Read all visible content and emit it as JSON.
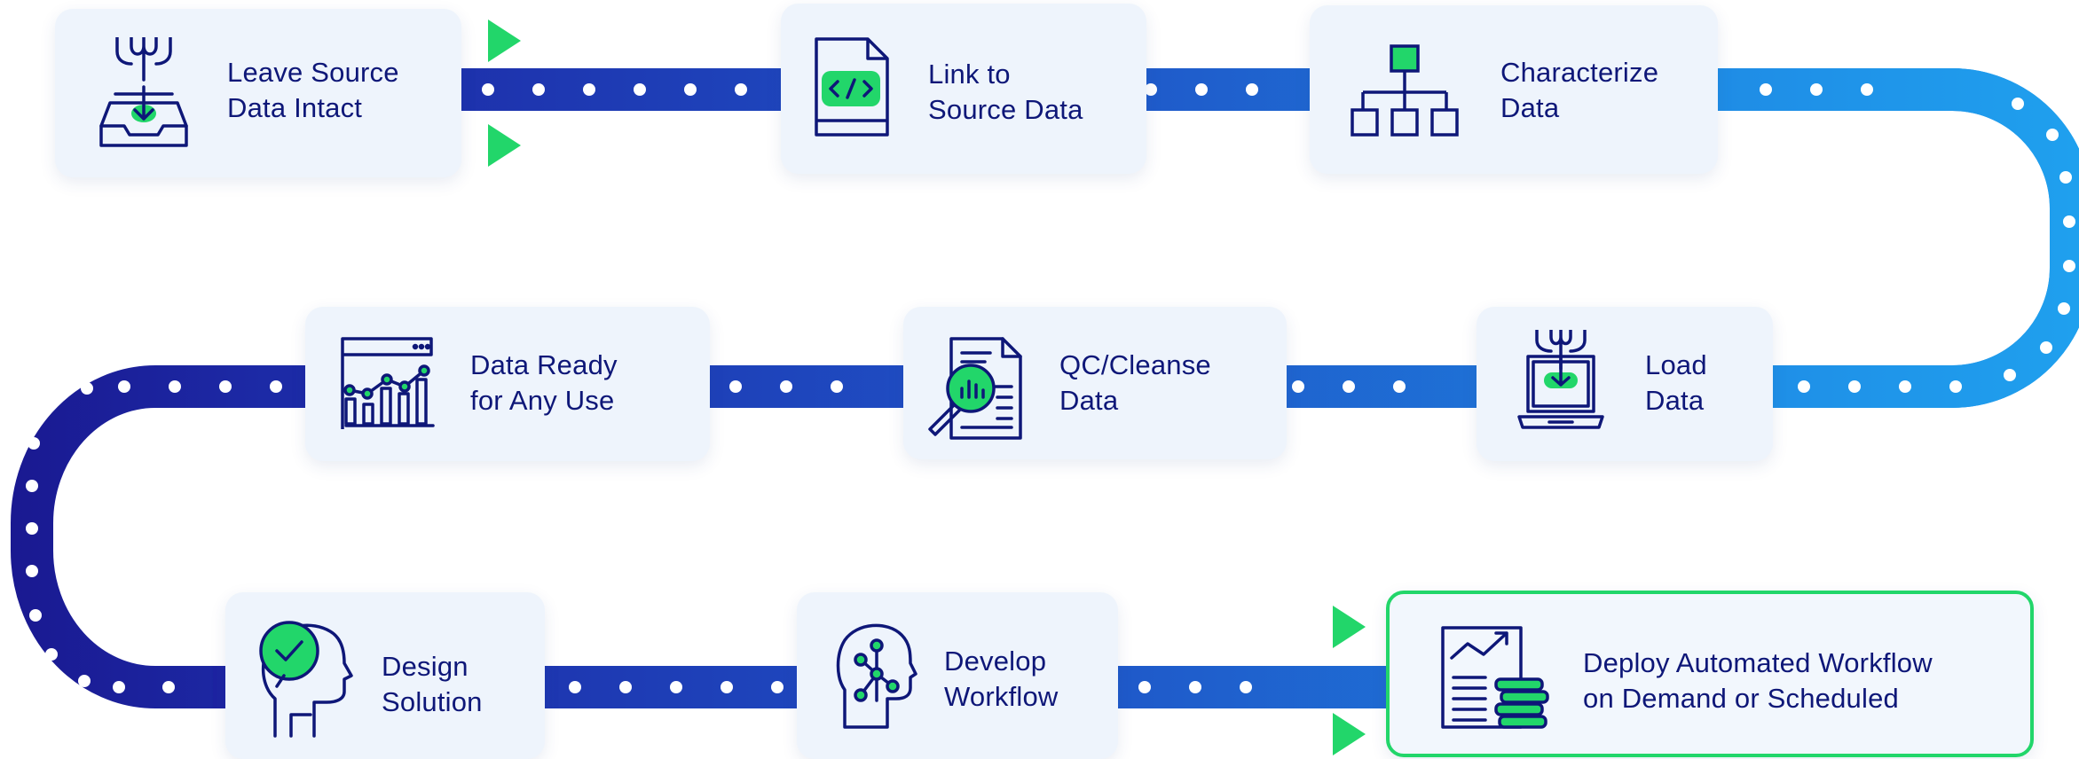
{
  "colors": {
    "track_dark": "#1c1a9a",
    "track_mid": "#1f4fc4",
    "track_light": "#1e96ea",
    "dot": "#ffffff",
    "card_bg": "#eef4fc",
    "label": "#0e1778",
    "accent_green": "#22d66a",
    "icon_stroke": "#0e1778"
  },
  "steps": [
    {
      "id": "leave-source",
      "lines": [
        "Leave Source",
        "Data Intact"
      ],
      "icon": "inbox-download-icon"
    },
    {
      "id": "link-source",
      "lines": [
        "Link to",
        "Source Data"
      ],
      "icon": "code-document-icon"
    },
    {
      "id": "characterize",
      "lines": [
        "Characterize",
        "Data"
      ],
      "icon": "hierarchy-icon"
    },
    {
      "id": "load",
      "lines": [
        "Load",
        "Data"
      ],
      "icon": "laptop-download-icon"
    },
    {
      "id": "qc-cleanse",
      "lines": [
        "QC/Cleanse",
        "Data"
      ],
      "icon": "document-search-icon"
    },
    {
      "id": "data-ready",
      "lines": [
        "Data Ready",
        "for Any Use"
      ],
      "icon": "dashboard-chart-icon"
    },
    {
      "id": "design",
      "lines": [
        "Design",
        "Solution"
      ],
      "icon": "head-check-icon"
    },
    {
      "id": "develop",
      "lines": [
        "Develop",
        "Workflow"
      ],
      "icon": "head-network-icon"
    },
    {
      "id": "deploy",
      "lines": [
        "Deploy Automated Workflow",
        "on Demand or Scheduled"
      ],
      "icon": "report-coins-icon"
    }
  ]
}
